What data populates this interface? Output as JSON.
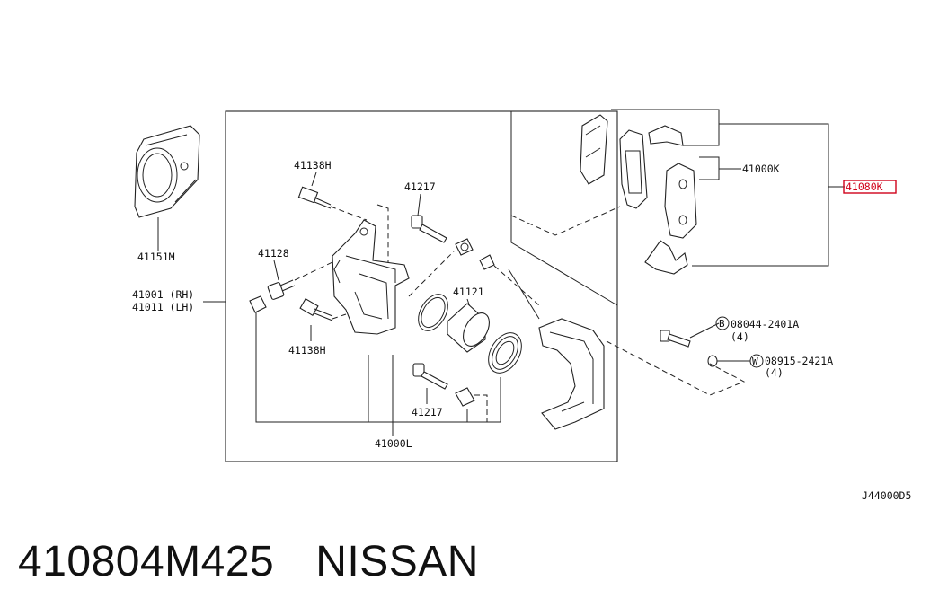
{
  "labels": {
    "part_41151M": "41151M",
    "part_41001_rh": "41001 (RH)",
    "part_41011_lh": "41011 (LH)",
    "part_41138H_top": "41138H",
    "part_41138H_bottom": "41138H",
    "part_41217_top": "41217",
    "part_41217_bottom": "41217",
    "part_41128": "41128",
    "part_41121": "41121",
    "part_41000L": "41000L",
    "part_41000K": "41000K",
    "part_41080K": "41080K",
    "bolt_code": "08044-2401A",
    "bolt_qty": "(4)",
    "bolt_marker": "B",
    "washer_code": "08915-2421A",
    "washer_qty": "(4)",
    "washer_marker": "W",
    "diagram_id": "J44000D5"
  },
  "footer": {
    "part_number": "410804M425",
    "brand": "NISSAN"
  },
  "colors": {
    "highlight": "#d0021b",
    "line": "#222222"
  }
}
